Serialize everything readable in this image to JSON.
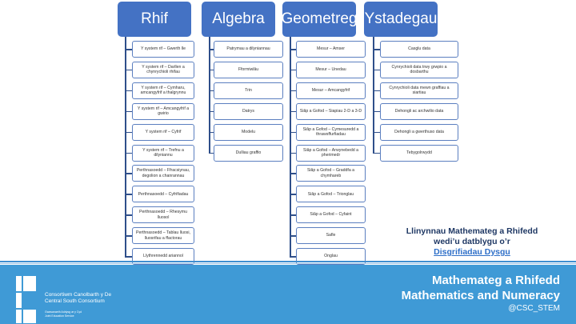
{
  "columns": [
    {
      "title": "Rhif",
      "items": [
        "Y system rif – Gwerth lle",
        "Y system rif – Darllen a chynrychioli rhifau",
        "Y system rif – Cymharu, amcangyfrif a thalgrynnu",
        "Y system rif – Amcangyfrif a gwirio",
        "Y system rif – Cyfrif",
        "Y system rif – Trefnu a dilyniannu",
        "Perthnasoedd – Ffracsiynau, degolion a chanrannau",
        "Perthnasoedd – Cyfrifiadau",
        "Perthnasoedd – Rhesymu lluosol",
        "Perthnasoedd – Tablau lluosi, lluosrifau a ffactorau",
        "Llythrennedd ariannol"
      ]
    },
    {
      "title": "Algebra",
      "items": [
        "Patrymau a dilyniannau",
        "Fformiwlâu",
        "Trin",
        "Datrys",
        "Modelu",
        "Dulliau graffio"
      ]
    },
    {
      "title": "Geometreg",
      "items": [
        "Mesur – Amser",
        "Mesur – Unedau",
        "Mesur – Amcangyfrif",
        "Siâp a Gofod – Siapiau 2-D a 3-D",
        "Siâp a Gofod – Cymesuredd a thrawsffurfiadau",
        "Siâp a Gofod – Arwynebedd a pherimedr",
        "Siâp a Gofod – Graddfa a chymhareb",
        "Siâp a Gofod – Trionglau",
        "Siâp a Gofod – Cyfaint",
        "Safle",
        "Onglau"
      ]
    },
    {
      "title": "Ystadegau",
      "items": [
        "Casglu data",
        "Cynrychioli data trwy grwpio a dosbarthu",
        "Cynrychioli data mewn graffiau a siartiau",
        "Dehongli ac archwilio data",
        "Dehongli a gwerthuso data",
        "Tebygolrwydd"
      ]
    }
  ],
  "callout": {
    "line1": "Llinynnau Mathemateg a Rhifedd",
    "line2": "wedi’u datblygu o’r",
    "link": "Disgrifiadau Dysgu"
  },
  "footer": {
    "org_cy": "Consortiwm Canolbarth y De",
    "org_en": "Central South Consortium",
    "service_cy": "Gwasanaeth Addysg ar y Cyd",
    "service_en": "Joint Education Service",
    "title_cy": "Mathemateg a Rhifedd",
    "title_en": "Mathematics and Numeracy",
    "handle": "@CSC_STEM"
  },
  "colors": {
    "header": "#4472c4",
    "band": "#3f9ad6",
    "navy": "#1f3864"
  }
}
